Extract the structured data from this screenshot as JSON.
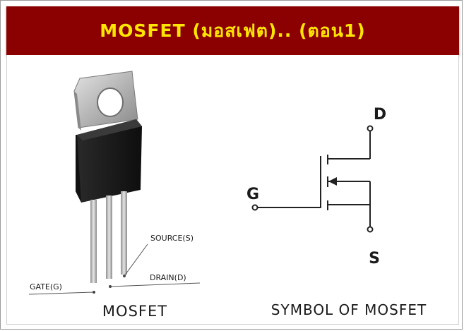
{
  "title": "MOSFET (มอสเฟต).. (ตอน1)",
  "component": {
    "caption": "MOSFET",
    "pins": {
      "gate": "GATE(G)",
      "source": "SOURCE(S)",
      "drain": "DRAIN(D)"
    }
  },
  "symbol": {
    "caption": "SYMBOL OF MOSFET",
    "terminals": {
      "drain": "D",
      "gate": "G",
      "source": "S"
    }
  },
  "colors": {
    "banner": "#8b0000",
    "title": "#ffe600",
    "package_body": "#1b1b1b",
    "metal_tab": "#b8b8b8",
    "leads": "#c9c9c9"
  }
}
